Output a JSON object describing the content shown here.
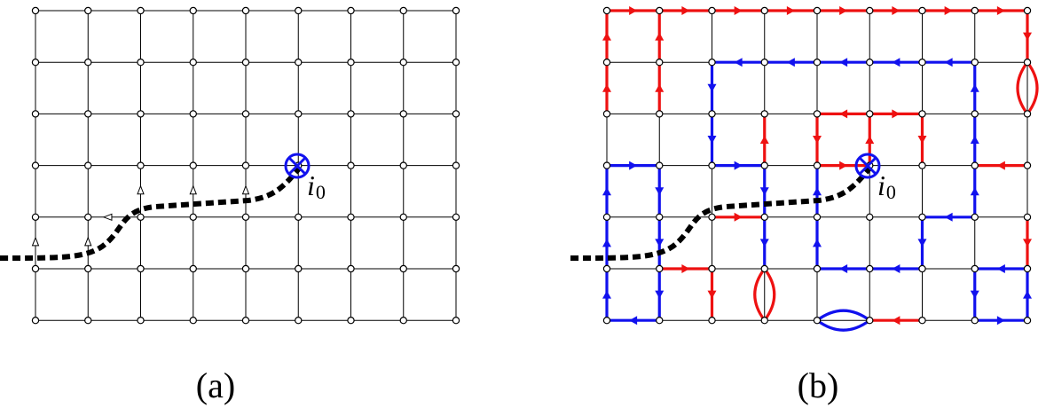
{
  "panels": [
    {
      "id": "a",
      "caption": "(a)",
      "site_label": "i",
      "site_subscript": "0"
    },
    {
      "id": "b",
      "caption": "(b)",
      "site_label": "i",
      "site_subscript": "0"
    }
  ],
  "colors": {
    "grid": "#000000",
    "red": "#ee1111",
    "blue": "#1111ee",
    "dotted": "#000000",
    "site_marker": "#1111ee"
  }
}
